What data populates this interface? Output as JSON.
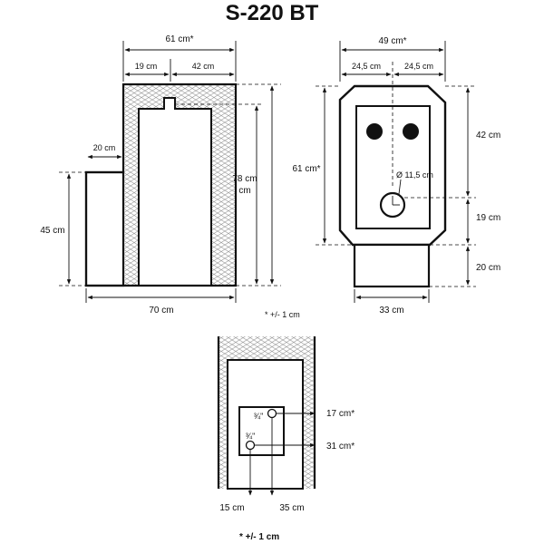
{
  "title": "S-220 BT",
  "side_view": {
    "total_width": "61 cm*",
    "upper_left": "19 cm",
    "upper_right": "42 cm",
    "step_offset": "20 cm",
    "height_left": "45 cm",
    "height_total": "78 cm",
    "bottom_width": "70 cm"
  },
  "front_view": {
    "total_width": "49 cm*",
    "half_left": "24,5 cm",
    "half_right": "24,5 cm",
    "height_left": "61 cm*",
    "height_top": "42 cm",
    "height_mid": "19 cm",
    "height_base": "20 cm",
    "pipe_diameter": "Ø 11,5 cm",
    "base_width": "33 cm"
  },
  "rear_view": {
    "conn_upper_size": "¾\"",
    "conn_lower_size": "¾\"",
    "conn_upper_height": "17 cm*",
    "conn_lower_height": "31 cm*",
    "conn_lower_offset": "15 cm",
    "conn_upper_offset": "35 cm"
  },
  "tolerance_note": "* +/- 1 cm",
  "tolerance_note_bold": "* +/- 1 cm"
}
